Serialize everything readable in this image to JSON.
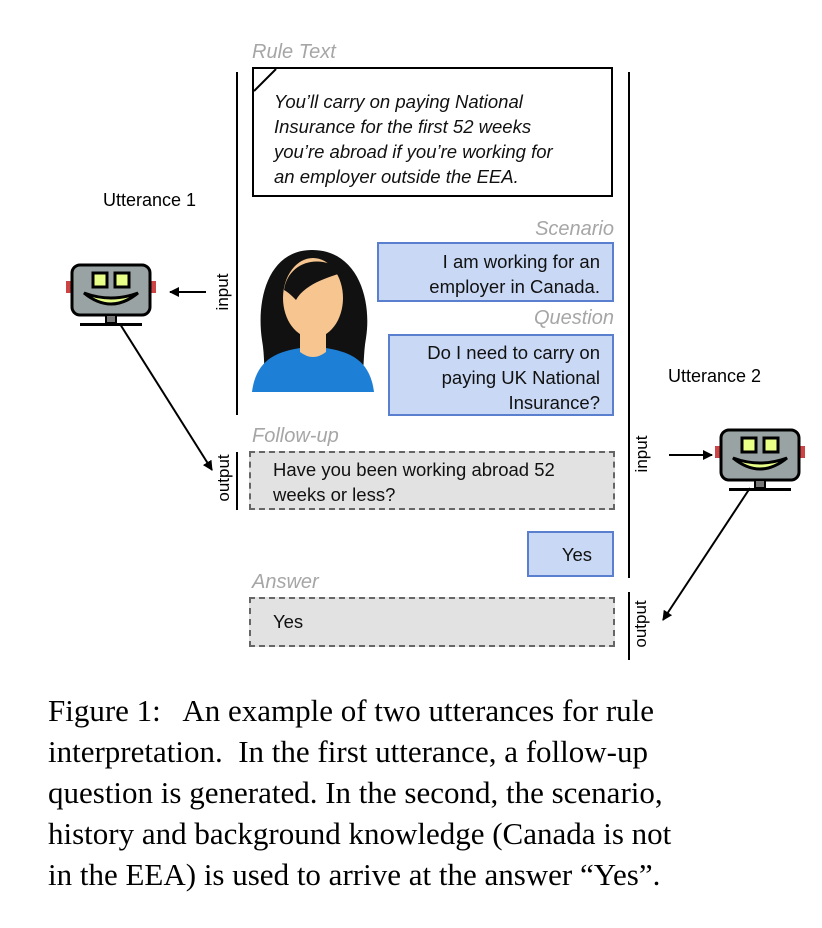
{
  "labels": {
    "rule_text": "Rule Text",
    "scenario": "Scenario",
    "question": "Question",
    "follow_up": "Follow-up",
    "answer": "Answer",
    "utterance1": "Utterance 1",
    "utterance2": "Utterance 2",
    "input": "input",
    "output": "output"
  },
  "rule_text_lines": [
    "You’ll carry on paying National",
    "Insurance for the first 52 weeks",
    "you’re abroad if you’re working for",
    "an employer outside the EEA."
  ],
  "scenario_lines": [
    "I am working for an",
    "employer in Canada."
  ],
  "question_lines": [
    "Do I need to carry on",
    "paying UK National",
    "Insurance?"
  ],
  "follow_up_lines": [
    "Have you been working abroad 52",
    "weeks or less?"
  ],
  "user_reply": "Yes",
  "answer": "Yes",
  "caption_lines": [
    "Figure 1:   An example of two utterances for rule",
    "interpretation.  In the first utterance, a follow-up",
    "question is generated. In the second, the scenario,",
    "history and background knowledge (Canada is not",
    "in the EEA) is used to arrive at the answer “Yes”."
  ],
  "colors": {
    "blue_fill": "#c9d8f5",
    "blue_border": "#5b7fcf",
    "gray_fill": "#e2e2e2",
    "label_gray": "#a6a6a6",
    "robot_body": "#9aa3a3",
    "robot_mouth": "#e8ff88",
    "person_shirt": "#1e7fd6",
    "person_skin": "#f7c58f"
  },
  "icons": [
    "robot-icon",
    "person-icon"
  ]
}
